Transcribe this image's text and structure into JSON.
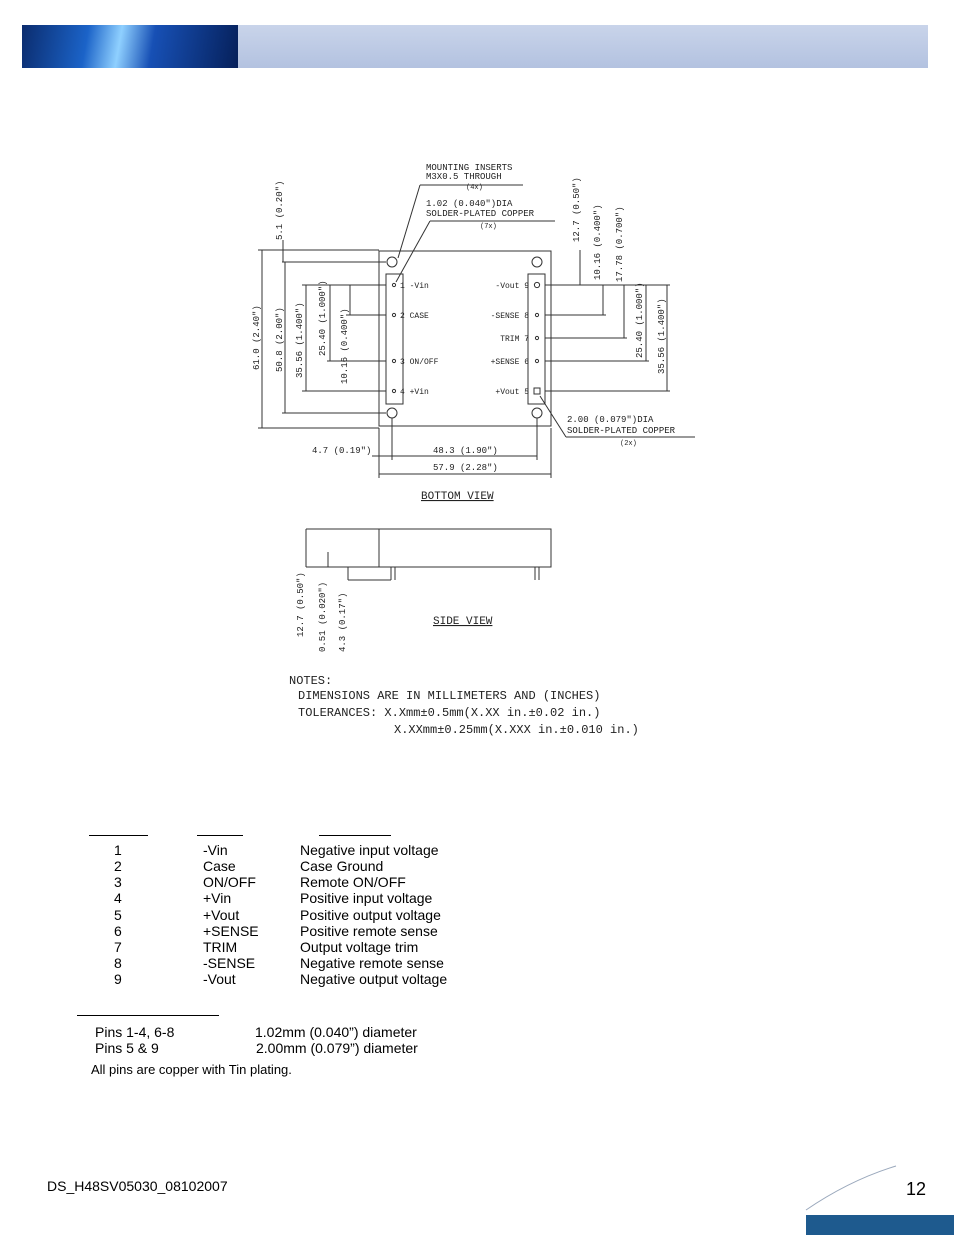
{
  "drawing": {
    "bottom_view": {
      "callouts": {
        "mounting_inserts": [
          "MOUNTING INSERTS",
          "M3X0.5 THROUGH",
          "(4x)"
        ],
        "small_pin": [
          "1.02 (0.040\")DIA",
          "SOLDER-PLATED COPPER",
          "(7x)"
        ],
        "large_pin": [
          "2.00 (0.079\")DIA",
          "SOLDER-PLATED COPPER",
          "(2x)"
        ]
      },
      "left_pins": [
        "1 -Vin",
        "2 CASE",
        "3 ON/OFF",
        "4 +Vin"
      ],
      "right_pins": [
        "-Vout 9",
        "-SENSE 8",
        "TRIM 7",
        "+SENSE 6",
        "+Vout 5"
      ],
      "dims_left": [
        "5.1 (0.20\")",
        "61.0 (2.40\")",
        "50.8 (2.00\")",
        "35.56 (1.400\")",
        "25.40 (1.000\")",
        "10.16 (0.400\")"
      ],
      "dims_right": [
        "12.7 (0.50\")",
        "10.16 (0.400\")",
        "17.78 (0.700\")",
        "25.40 (1.000\")",
        "35.56 (1.400\")"
      ],
      "dims_bottom": [
        "4.7 (0.19\")",
        "48.3 (1.90\")",
        "57.9 (2.28\")"
      ],
      "caption": "BOTTOM VIEW"
    },
    "side_view": {
      "dims": [
        "12.7 (0.50\")",
        "0.51 (0.020\")",
        "4.3 (0.17\")"
      ],
      "caption": "SIDE VIEW"
    },
    "notes": [
      "NOTES:",
      "DIMENSIONS ARE IN MILLIMETERS AND (INCHES)",
      "TOLERANCES: X.Xmm±0.5mm(X.XX in.±0.02 in.)",
      "X.XXmm±0.25mm(X.XXX in.±0.010 in.)"
    ]
  },
  "pin_table": {
    "rows": [
      {
        "pin": "1",
        "name": "-Vin",
        "function": "Negative input voltage"
      },
      {
        "pin": "2",
        "name": "Case",
        "function": "Case Ground"
      },
      {
        "pin": "3",
        "name": "ON/OFF",
        "function": "Remote ON/OFF"
      },
      {
        "pin": "4",
        "name": "+Vin",
        "function": "Positive input voltage"
      },
      {
        "pin": "5",
        "name": "+Vout",
        "function": "Positive output voltage"
      },
      {
        "pin": "6",
        "name": "+SENSE",
        "function": "Positive remote sense"
      },
      {
        "pin": "7",
        "name": "TRIM",
        "function": "Output voltage trim"
      },
      {
        "pin": "8",
        "name": "-SENSE",
        "function": "Negative remote sense"
      },
      {
        "pin": "9",
        "name": "-Vout",
        "function": "Negative output voltage"
      }
    ]
  },
  "pin_specs": {
    "rows": [
      {
        "pins": "Pins 1-4, 6-8",
        "diameter": "1.02mm (0.040”) diameter"
      },
      {
        "pins": "Pins 5 & 9",
        "diameter": "2.00mm (0.079”) diameter"
      }
    ],
    "note": "All pins are copper with Tin plating."
  },
  "footer": {
    "doc_id": "DS_H48SV05030_08102007",
    "page_number": "12"
  },
  "colors": {
    "banner_dark": "#0b2c6e",
    "banner_light": "#b3c2e0",
    "footer_bar": "#1e5a8e"
  }
}
